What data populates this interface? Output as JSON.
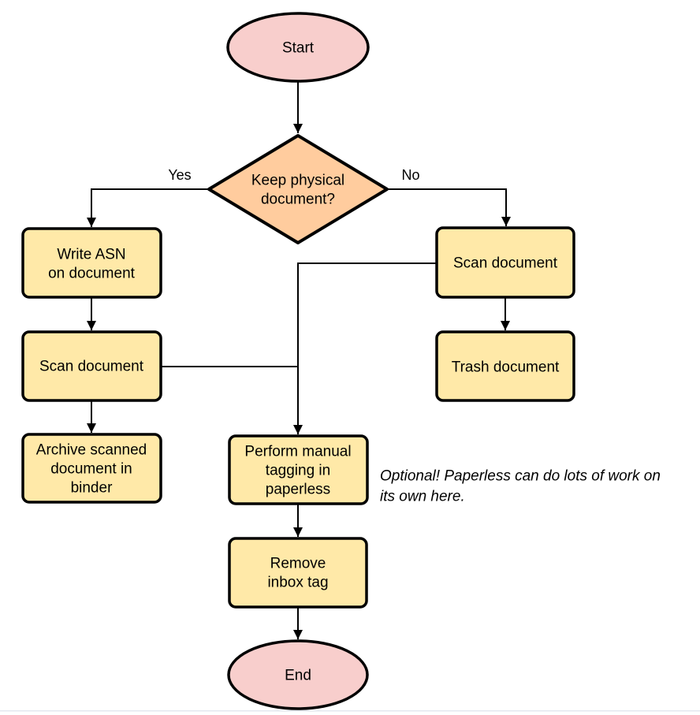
{
  "flowchart": {
    "colors": {
      "terminal_fill": "#f8cecc",
      "decision_fill": "#ffcc9e",
      "process_fill": "#ffe9a8",
      "stroke": "#000000",
      "bottom_border": "#e4e8ef"
    },
    "nodes": {
      "start": {
        "type": "terminal",
        "label": "Start"
      },
      "decision": {
        "type": "decision",
        "lines": [
          "Keep physical",
          "document?"
        ]
      },
      "write_asn": {
        "type": "process",
        "lines": [
          "Write ASN",
          "on document"
        ]
      },
      "scan_left": {
        "type": "process",
        "label": "Scan document"
      },
      "archive": {
        "type": "process",
        "lines": [
          "Archive scanned",
          "document in",
          "binder"
        ]
      },
      "scan_right": {
        "type": "process",
        "label": "Scan document"
      },
      "trash": {
        "type": "process",
        "label": "Trash document"
      },
      "tagging": {
        "type": "process",
        "lines": [
          "Perform manual",
          "tagging in",
          "paperless"
        ]
      },
      "remove_inbox": {
        "type": "process",
        "lines": [
          "Remove",
          "inbox tag"
        ]
      },
      "end": {
        "type": "terminal",
        "label": "End"
      }
    },
    "edges": {
      "yes_label": "Yes",
      "no_label": "No"
    },
    "annotation": {
      "lines": [
        "Optional! Paperless can do lots of work on",
        "its own here."
      ]
    }
  }
}
